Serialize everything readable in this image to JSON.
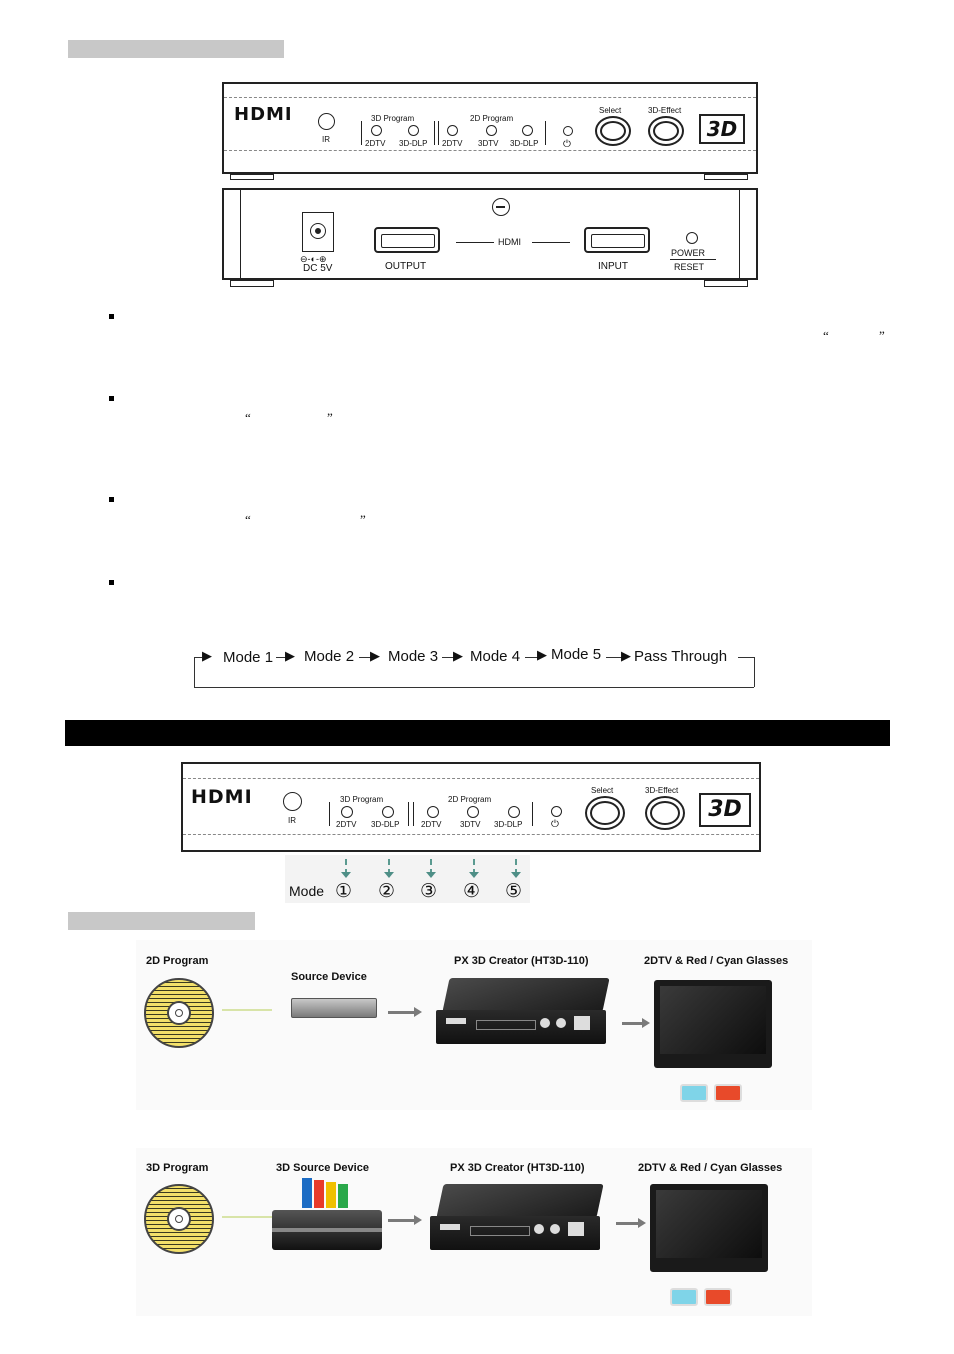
{
  "front_panel": {
    "logo": "HDMI",
    "ir": "IR",
    "group_3d": "3D Program",
    "group_2d": "2D Program",
    "led_labels": [
      "2DTV",
      "3D-DLP",
      "2DTV",
      "3DTV",
      "3D-DLP"
    ],
    "select": "Select",
    "effect": "3D-Effect",
    "badge": "3D",
    "power_symbol": "⏻"
  },
  "rear_panel": {
    "dc_symbols": "⊖-◐-⊕",
    "dc": "DC 5V",
    "output": "OUTPUT",
    "hdmi": "HDMI",
    "input": "INPUT",
    "power": "POWER",
    "reset": "RESET"
  },
  "quotes": {
    "open": "“",
    "close": "”"
  },
  "mode_flow": {
    "steps": [
      "Mode 1",
      "Mode 2",
      "Mode 3",
      "Mode 4",
      "Mode 5",
      "Pass Through"
    ]
  },
  "mode_figure": {
    "label": "Mode",
    "numbers": [
      "①",
      "②",
      "③",
      "④",
      "⑤"
    ]
  },
  "diagram1": {
    "program": "2D Program",
    "source": "Source Device",
    "creator": "PX 3D Creator (HT3D-110)",
    "display": "2DTV & Red / Cyan Glasses"
  },
  "diagram2": {
    "program": "3D Program",
    "source": "3D Source Device",
    "creator": "PX 3D Creator (HT3D-110)",
    "display": "2DTV & Red / Cyan Glasses"
  }
}
